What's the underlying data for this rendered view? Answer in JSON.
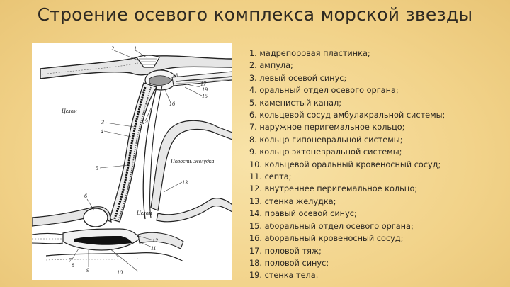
{
  "title": "Строение осевого комплекса морской звезды",
  "figure": {
    "labels": {
      "coelom_upper": "Целом",
      "coelom_lower": "Целом",
      "stomach_cavity": "Полость желудка",
      "numbers": [
        "1",
        "2",
        "3",
        "4",
        "5",
        "6",
        "7",
        "8",
        "9",
        "10",
        "11",
        "12",
        "13",
        "14",
        "15",
        "16",
        "17",
        "18",
        "19"
      ]
    }
  },
  "legend": [
    {
      "num": "1.",
      "text": "мадрепоровая пластинка;"
    },
    {
      "num": "2.",
      "text": "ампула;"
    },
    {
      "num": "3.",
      "text": "левый осевой синус;"
    },
    {
      "num": "4.",
      "text": "оральный отдел осевого органа;"
    },
    {
      "num": "5.",
      "text": "каменистый канал;"
    },
    {
      "num": "6.",
      "text": "кольцевой сосуд амбулакральной системы;"
    },
    {
      "num": "7.",
      "text": "наружное перигемальное кольцо;"
    },
    {
      "num": "8.",
      "text": "кольцо гипоневральной системы;"
    },
    {
      "num": "9.",
      "text": "кольцо эктоневральной системы;"
    },
    {
      "num": "10.",
      "text": "кольцевой оральный кровеносный сосуд;"
    },
    {
      "num": "11.",
      "text": "септа;"
    },
    {
      "num": "12.",
      "text": "внутреннее перигемальное кольцо;"
    },
    {
      "num": "13.",
      "text": "стенка желудка;"
    },
    {
      "num": "14.",
      "text": "правый осевой синус;"
    },
    {
      "num": "15.",
      "text": "аборальный отдел осевого органа;"
    },
    {
      "num": "16.",
      "text": "аборальный кровеносный сосуд;"
    },
    {
      "num": "17.",
      "text": "половой тяж;"
    },
    {
      "num": "18.",
      "text": "половой синус;"
    },
    {
      "num": "19.",
      "text": "стенка тела."
    }
  ]
}
